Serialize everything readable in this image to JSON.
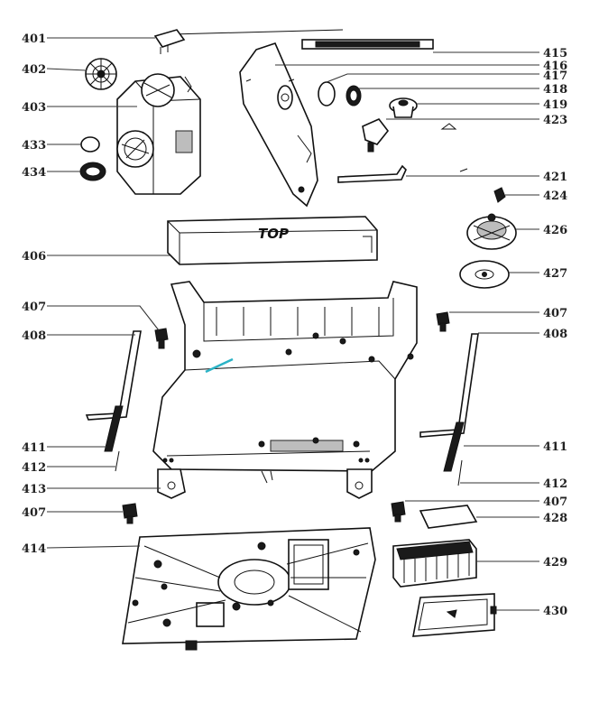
{
  "box_label": "TOP",
  "callouts": [
    {
      "id": "c401",
      "label": "401"
    },
    {
      "id": "c402",
      "label": "402"
    },
    {
      "id": "c403",
      "label": "403"
    },
    {
      "id": "c433",
      "label": "433"
    },
    {
      "id": "c434",
      "label": "434"
    },
    {
      "id": "c406",
      "label": "406"
    },
    {
      "id": "c407a",
      "label": "407"
    },
    {
      "id": "c408a",
      "label": "408"
    },
    {
      "id": "c411a",
      "label": "411"
    },
    {
      "id": "c412a",
      "label": "412"
    },
    {
      "id": "c413",
      "label": "413"
    },
    {
      "id": "c407b",
      "label": "407"
    },
    {
      "id": "c414",
      "label": "414"
    },
    {
      "id": "c415",
      "label": "415"
    },
    {
      "id": "c416",
      "label": "416"
    },
    {
      "id": "c417",
      "label": "417"
    },
    {
      "id": "c418",
      "label": "418"
    },
    {
      "id": "c419",
      "label": "419"
    },
    {
      "id": "c423",
      "label": "423"
    },
    {
      "id": "c421",
      "label": "421"
    },
    {
      "id": "c424",
      "label": "424"
    },
    {
      "id": "c426",
      "label": "426"
    },
    {
      "id": "c427",
      "label": "427"
    },
    {
      "id": "c407c",
      "label": "407"
    },
    {
      "id": "c408b",
      "label": "408"
    },
    {
      "id": "c411b",
      "label": "411"
    },
    {
      "id": "c412b",
      "label": "412"
    },
    {
      "id": "c407d",
      "label": "407"
    },
    {
      "id": "c428",
      "label": "428"
    },
    {
      "id": "c429",
      "label": "429"
    },
    {
      "id": "c430",
      "label": "430"
    }
  ]
}
